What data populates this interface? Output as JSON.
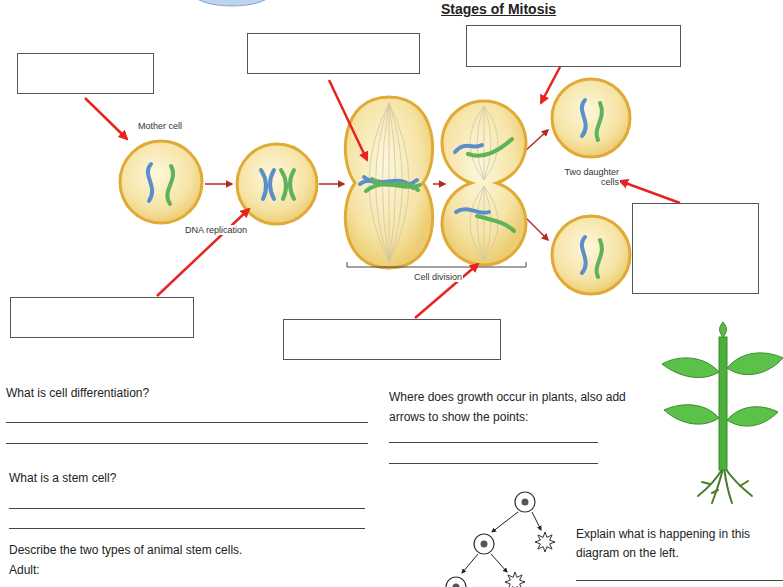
{
  "diagram": {
    "title": "Stages of Mitosis",
    "labels": [
      "Mother cell",
      "DNA replication",
      "Cell division",
      "Two daughter cells",
      "What is cell differentiation?",
      "Where does growth occur in plants, also add arrows to show the points:",
      "What is a stem cell?",
      "Explain what is happening in this diagram on the left.",
      "Describe the two types of animal stem cells.",
      "Adult:"
    ]
  }
}
